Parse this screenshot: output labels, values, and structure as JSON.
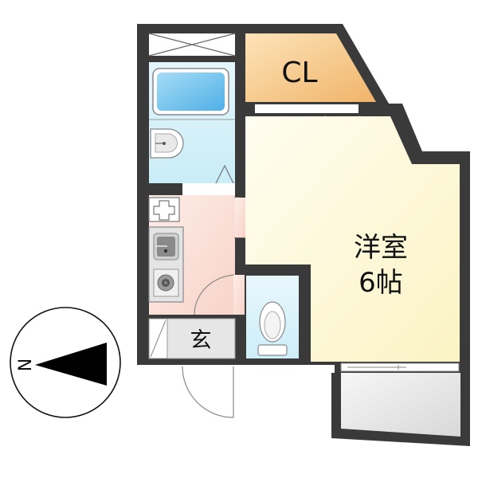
{
  "rooms": {
    "closet": {
      "label": "CL"
    },
    "western_room": {
      "label": "洋室",
      "size": "6帖"
    },
    "entrance": {
      "label": "玄"
    }
  },
  "compass": {
    "label": "N"
  },
  "colors": {
    "wall": "#3c3c3c",
    "closet_fill": "#f6c68a",
    "room_fill": "#fdf9d8",
    "bath_fill": "#d6f0f8",
    "bathtub": "#7cc6ec",
    "kitchen_fill": "#fbe1da",
    "entrance_fill": "#e8e8e8",
    "balcony_fill": "#ececec"
  }
}
